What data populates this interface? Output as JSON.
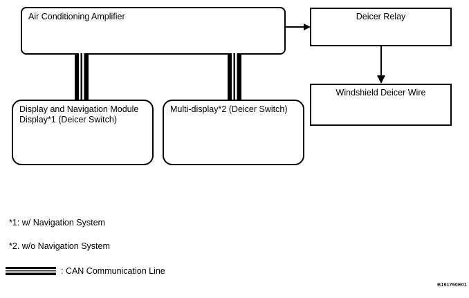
{
  "diagram": {
    "boxes": {
      "ac_amplifier": {
        "label": "Air Conditioning Amplifier"
      },
      "deicer_relay": {
        "label": "Deicer Relay"
      },
      "windshield_deicer_wire": {
        "label": "Windshield Deicer Wire"
      },
      "display_nav_module": {
        "label_line1": "Display and Navigation Module",
        "label_line2": "Display*1 (Deicer Switch)"
      },
      "multi_display": {
        "label": "Multi-display*2 (Deicer Switch)"
      }
    },
    "footnotes": {
      "note1": "*1: w/ Navigation System",
      "note2": "*2. w/o Navigation System"
    },
    "legend": {
      "symbol_name": "can-communication-line-symbol",
      "label": ": CAN Communication Line"
    },
    "reference_code": "B191760E01",
    "colors": {
      "line": "#000000",
      "background": "#ffffff"
    }
  }
}
